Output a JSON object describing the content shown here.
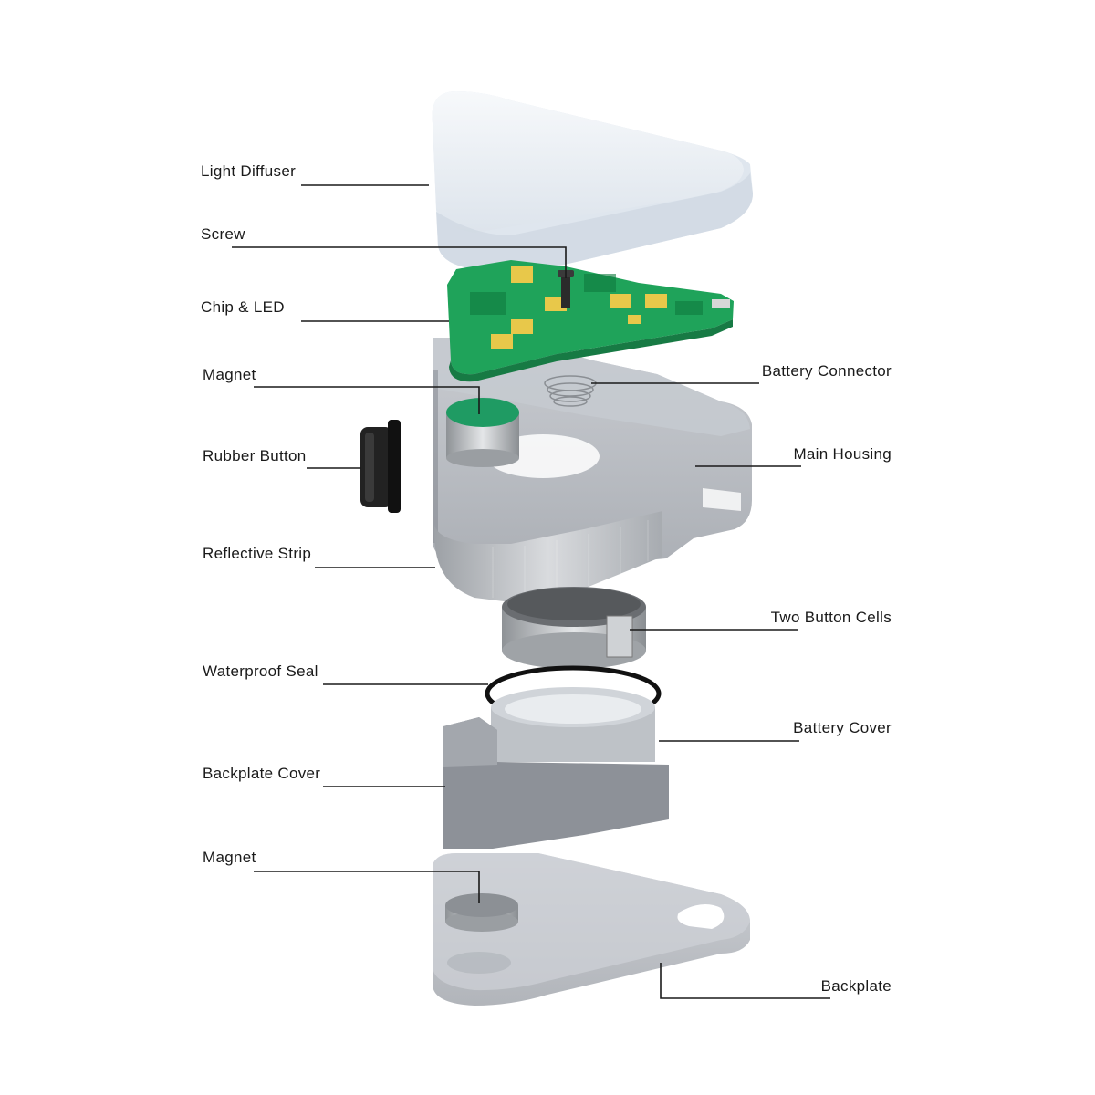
{
  "diagram": {
    "labels": {
      "light_diffuser": "Light Diffuser",
      "screw": "Screw",
      "chip_led": "Chip & LED",
      "magnet_top": "Magnet",
      "rubber_button": "Rubber Button",
      "reflective_strip": "Reflective Strip",
      "waterproof_seal": "Waterproof Seal",
      "backplate_cover": "Backplate Cover",
      "magnet_bottom": "Magnet",
      "battery_connector": "Battery Connector",
      "main_housing": "Main Housing",
      "two_button_cells": "Two Button Cells",
      "battery_cover": "Battery Cover",
      "backplate": "Backplate"
    },
    "colors": {
      "leader_line": "#1a1a1a",
      "pcb_green": "#1fa35a",
      "pcb_chip_yellow": "#e8c84a",
      "housing_gray": "#9ea3ab",
      "diffuser_white": "#eef2f6",
      "metal": "#b9bcc0",
      "rubber": "#1c1c1c"
    }
  }
}
